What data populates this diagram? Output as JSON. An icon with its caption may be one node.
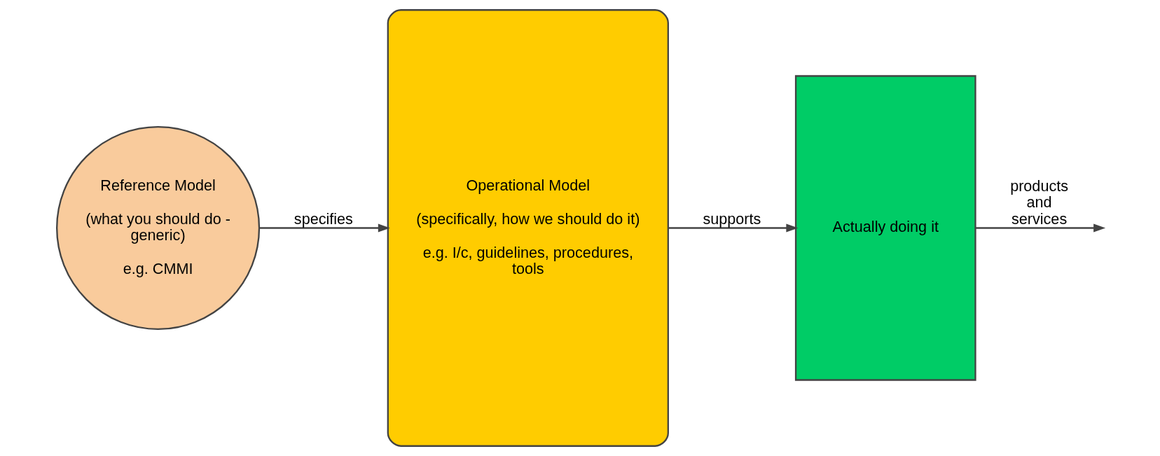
{
  "diagram": {
    "nodes": [
      {
        "text": [
          "Reference Model",
          "(what you should do - generic)",
          "e.g. CMMI"
        ]
      },
      {
        "text": [
          "Operational Model",
          "(specifically, how we should do it)",
          "e.g. I/c, guidelines, procedures, tools"
        ]
      },
      {
        "text": [
          "Actually doing it"
        ]
      }
    ],
    "edges": [
      {
        "from": 0,
        "to": 1,
        "arrow": "to",
        "label": "specifies"
      },
      {
        "from": 1,
        "to": 2,
        "arrow": "to",
        "label": "supports"
      },
      {
        "from": 2,
        "to": null,
        "arrow": "to",
        "label": "products and services"
      }
    ]
  }
}
